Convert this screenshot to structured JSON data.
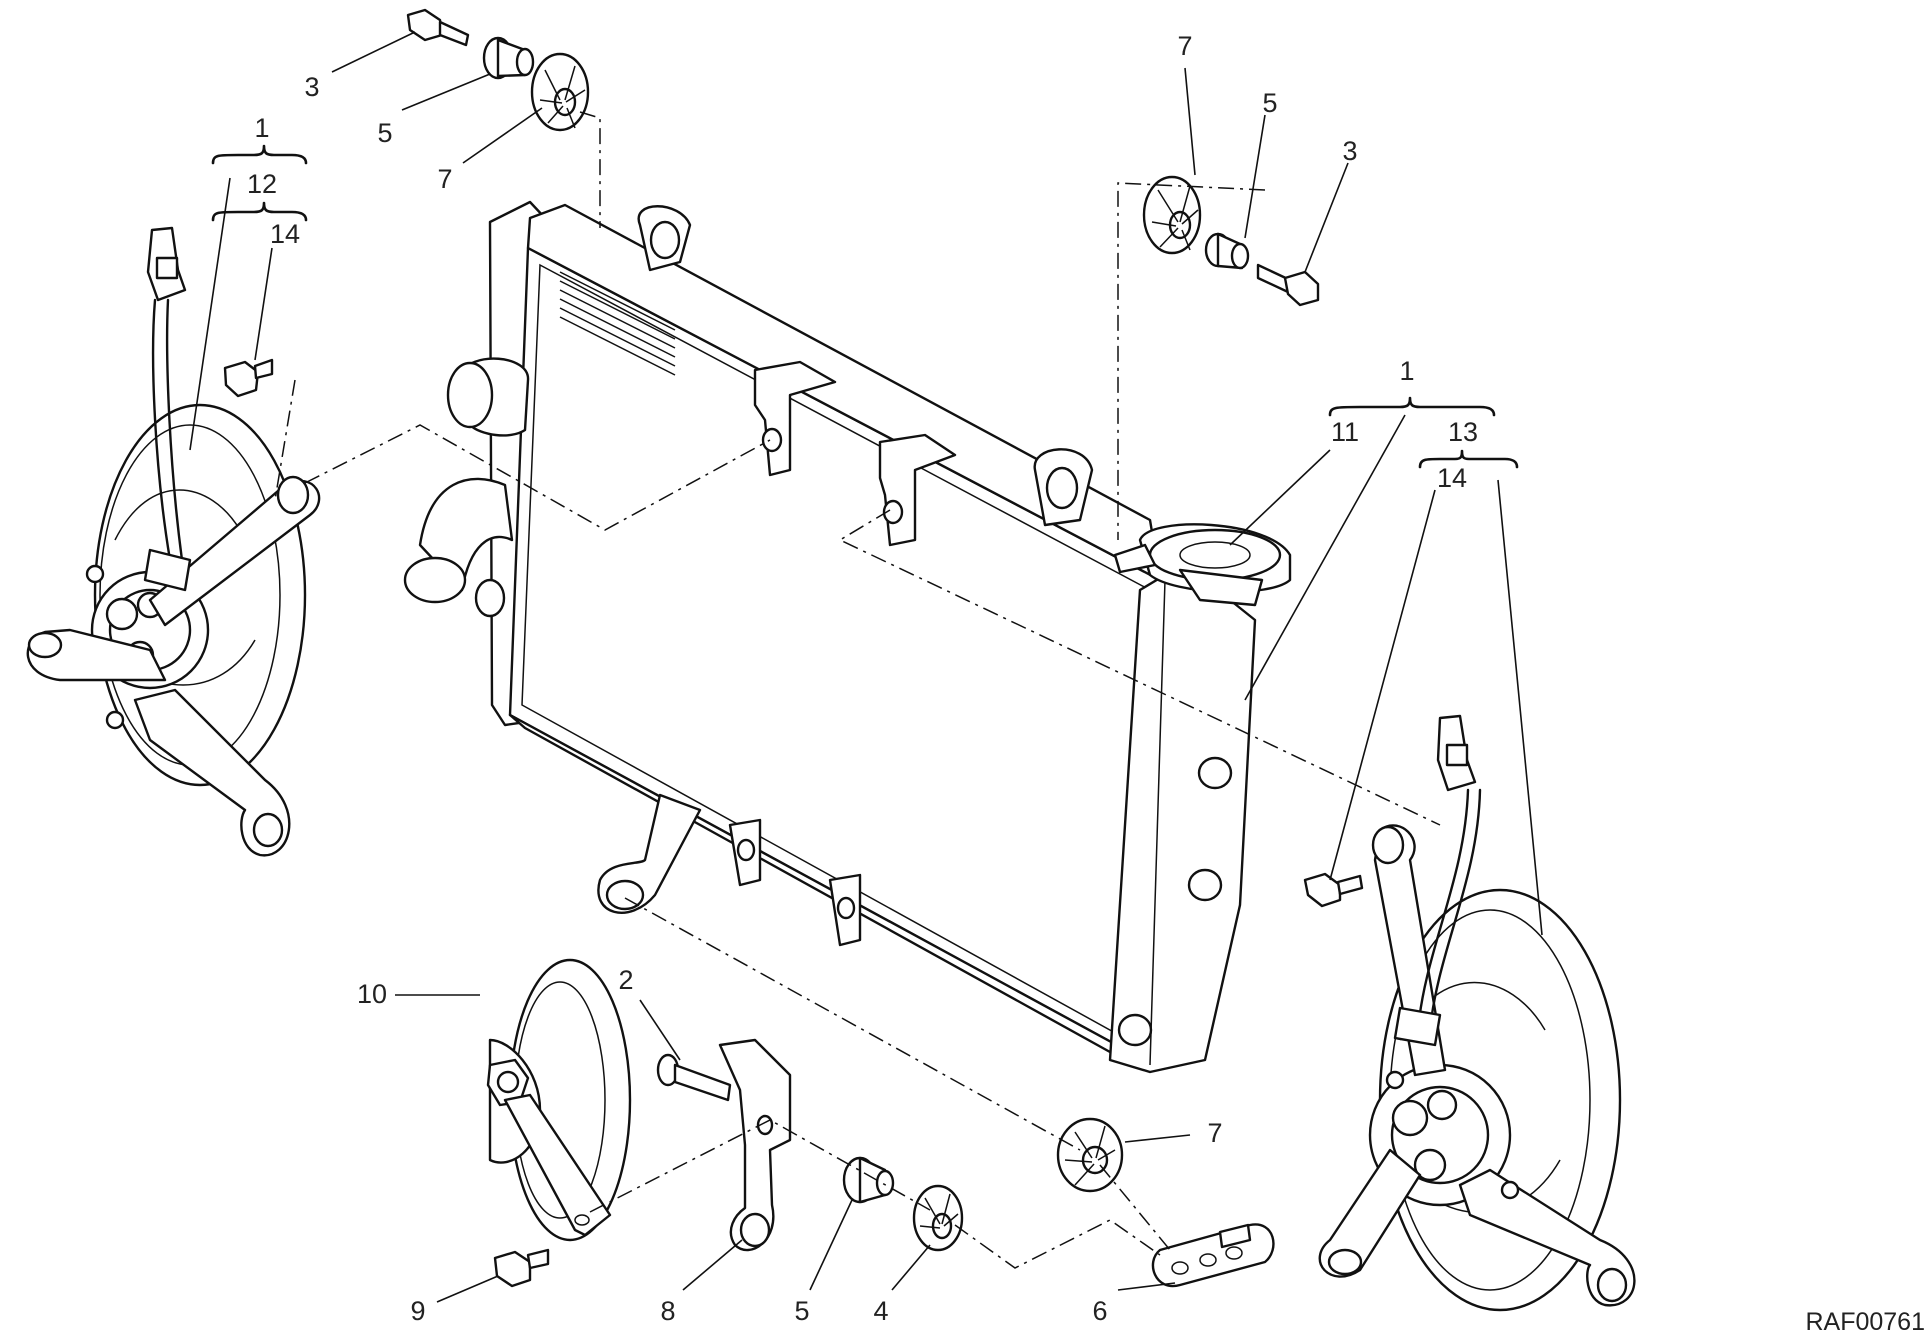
{
  "drawing_code": "RAF00761",
  "callouts": [
    {
      "id": "c1",
      "text": "3"
    },
    {
      "id": "c2",
      "text": "5"
    },
    {
      "id": "c3",
      "text": "7"
    },
    {
      "id": "c4",
      "text": "1"
    },
    {
      "id": "c5",
      "text": "12"
    },
    {
      "id": "c6",
      "text": "14"
    },
    {
      "id": "c7",
      "text": "7"
    },
    {
      "id": "c8",
      "text": "5"
    },
    {
      "id": "c9",
      "text": "3"
    },
    {
      "id": "c10",
      "text": "1"
    },
    {
      "id": "c11",
      "text": "11"
    },
    {
      "id": "c12",
      "text": "13"
    },
    {
      "id": "c13",
      "text": "14"
    },
    {
      "id": "c14",
      "text": "10"
    },
    {
      "id": "c15",
      "text": "2"
    },
    {
      "id": "c16",
      "text": "7"
    },
    {
      "id": "c17",
      "text": "9"
    },
    {
      "id": "c18",
      "text": "8"
    },
    {
      "id": "c19",
      "text": "5"
    },
    {
      "id": "c20",
      "text": "4"
    },
    {
      "id": "c21",
      "text": "6"
    }
  ]
}
